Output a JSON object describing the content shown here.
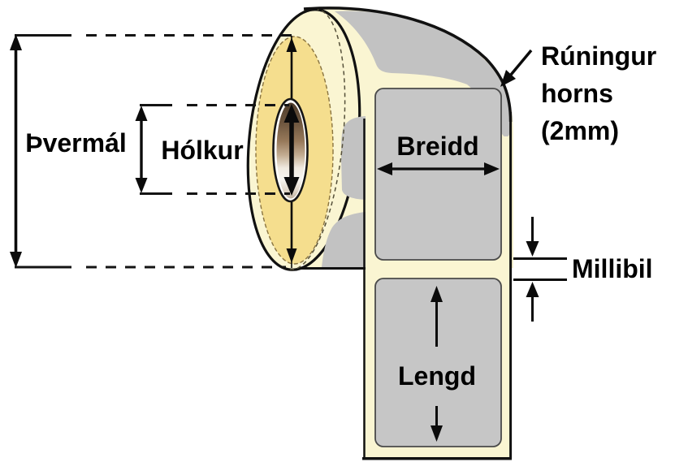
{
  "diagram": {
    "title": "Label roll dimension diagram",
    "labels": {
      "diameter": "Þvermál",
      "core": "Hólkur",
      "width": "Breidd",
      "length": "Lengd",
      "gap": "Millibil",
      "corner": [
        "Rúningur",
        "horns",
        "(2mm)"
      ]
    },
    "colors": {
      "background": "#FFFFFF",
      "liner_cream": "#FAF5D2",
      "wound_yellow": "#F5DE8E",
      "label_gray": "#C6C6C6",
      "roll_gray": "#C2C2C2",
      "outline_black": "#111111",
      "core_brown": "#5C4836",
      "core_highlight": "#F8F6F1"
    }
  }
}
